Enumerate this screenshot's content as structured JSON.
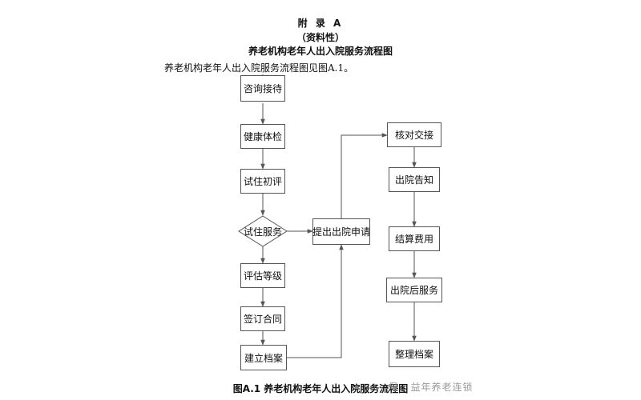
{
  "header": {
    "appendix": "附 录 A",
    "nature": "（资料性）",
    "title": "养老机构老年人出入院服务流程图"
  },
  "intro": "养老机构老年人出入院服务流程图见图A.1。",
  "flowchart": {
    "left_column": [
      "咨询接待",
      "健康体检",
      "试住初评",
      "试住服务",
      "评估等级",
      "签订合同",
      "建立档案"
    ],
    "middle": "提出出院申请",
    "right_column": [
      "核对交接",
      "出院告知",
      "结算费用",
      "出院后服务",
      "整理档案"
    ]
  },
  "caption": "图A.1  养老机构老年人出入院服务流程图",
  "watermark": "号 · 益年养老连锁",
  "colors": {
    "line": "#555555",
    "box_border": "#555555",
    "watermark": "#9a9a9a"
  }
}
